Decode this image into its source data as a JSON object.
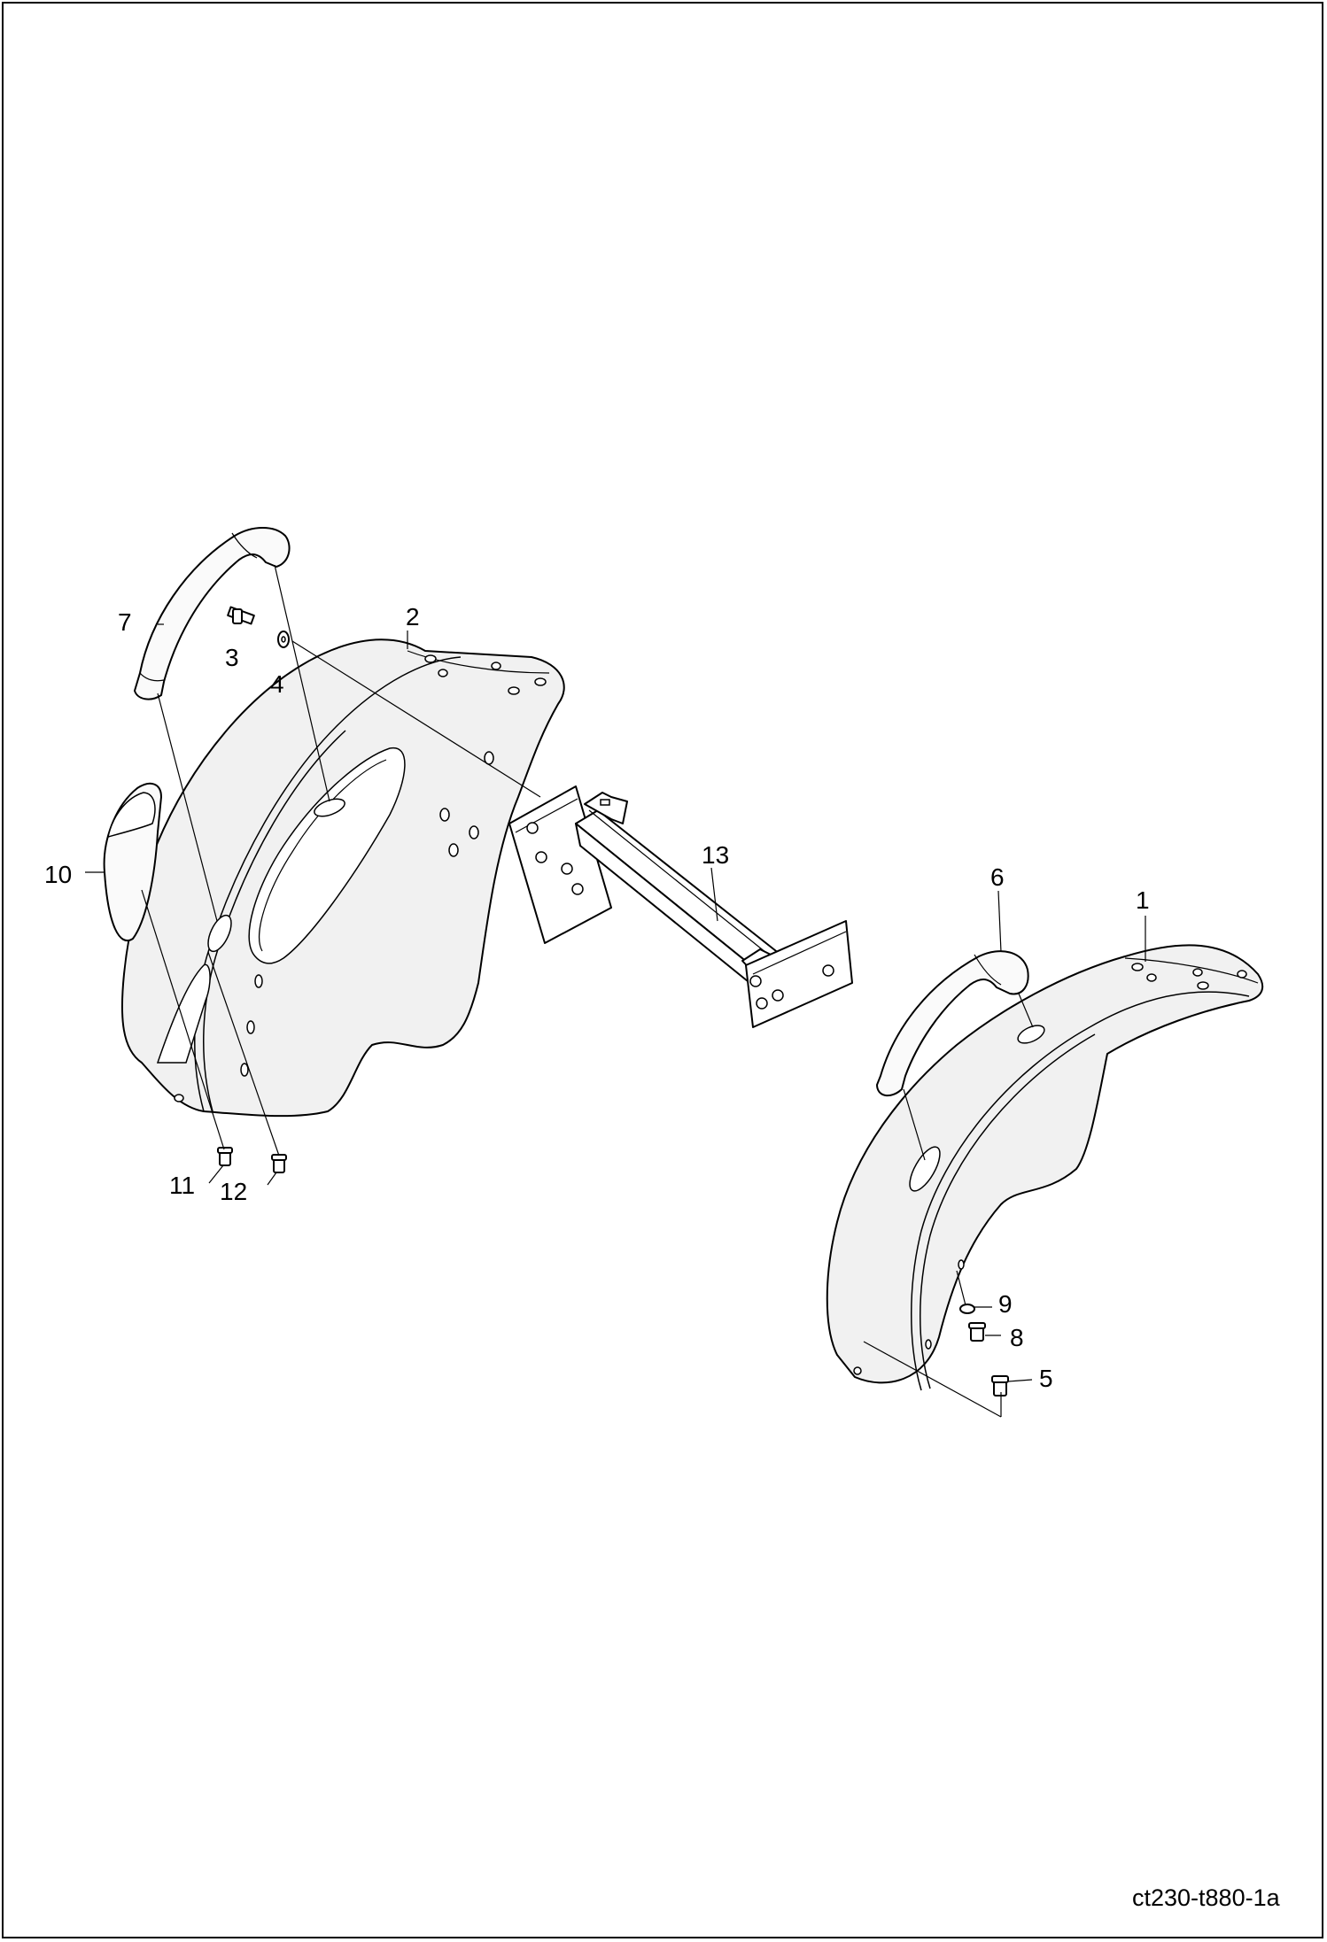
{
  "diagram": {
    "callouts": {
      "c1": "1",
      "c2": "2",
      "c3": "3",
      "c4": "4",
      "c5": "5",
      "c6": "6",
      "c7": "7",
      "c8": "8",
      "c9": "9",
      "c10": "10",
      "c11": "11",
      "c12": "12",
      "c13": "13"
    },
    "document_id": "ct230-t880-1a"
  }
}
